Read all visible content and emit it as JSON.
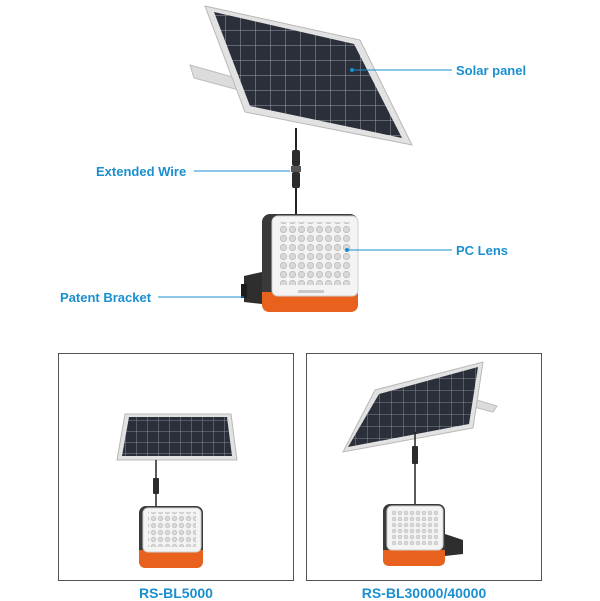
{
  "callouts": {
    "solar_panel": "Solar panel",
    "extended_wire": "Extended Wire",
    "pc_lens": "PC Lens",
    "patent_bracket": "Patent Bracket"
  },
  "models": [
    {
      "name": "RS-BL5000"
    },
    {
      "name": "RS-BL30000/40000"
    }
  ],
  "colors": {
    "accent": "#1a8fd0",
    "housing_orange": "#e8621e",
    "housing_dark": "#3a3a3a",
    "panel_cell": "#2b2f3a",
    "frame": "#e4e4e4"
  }
}
